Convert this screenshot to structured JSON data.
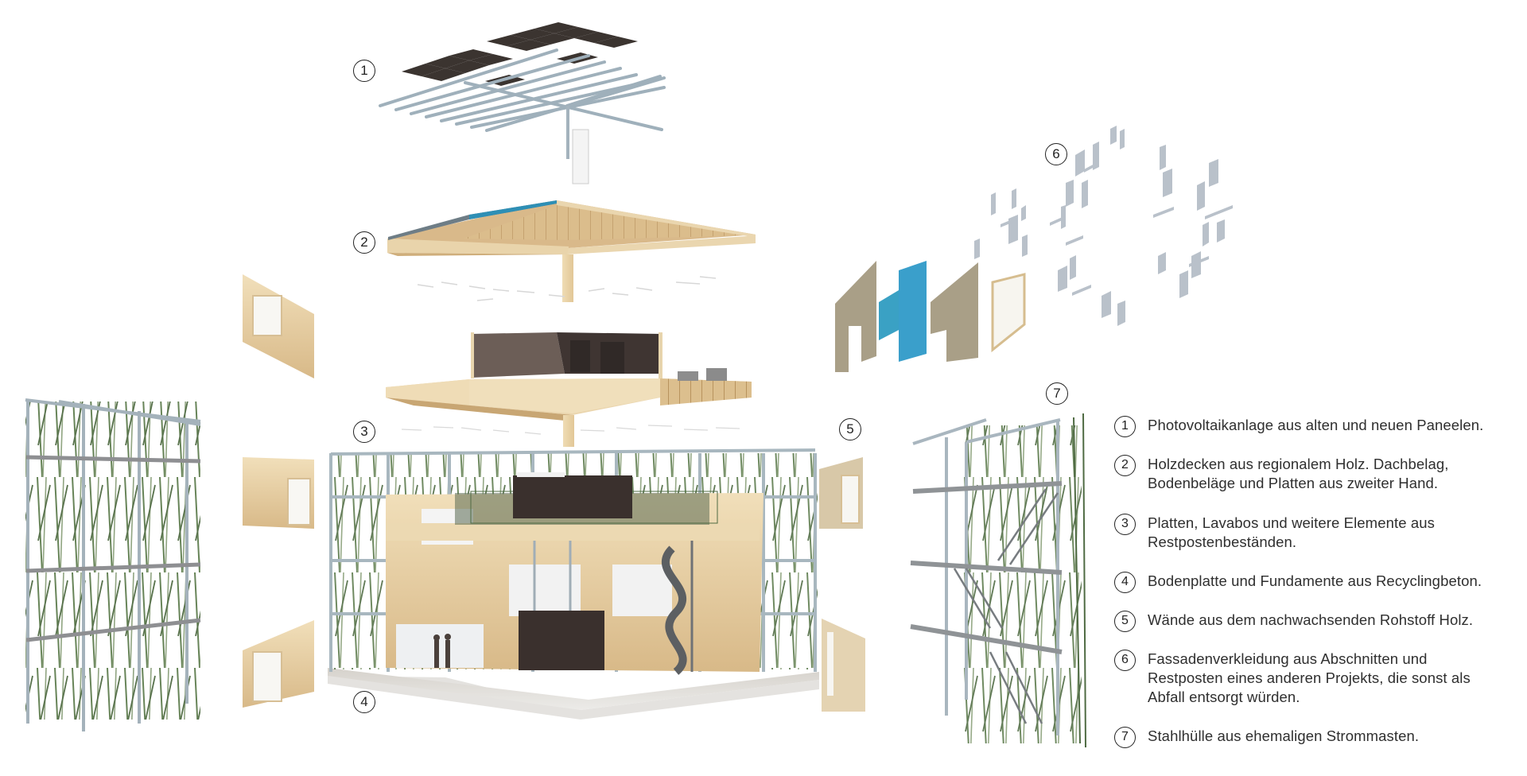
{
  "figure": {
    "type": "exploded axonometric building diagram",
    "palette": {
      "background": "#ffffff",
      "timber": "#e9d3a8",
      "timber_dark": "#c9a874",
      "steel": "#a9b6bf",
      "steel_dark": "#7d8a93",
      "vegetation": "#5d7a4e",
      "dark_box": "#3d3431",
      "pv_panel": "#3a3530",
      "cladding_grey": "#b9c1ca",
      "cladding_blue": "#3aa7c9",
      "cladding_taupe": "#a99f87",
      "concrete": "#d9d6d2"
    },
    "component_labels": [
      {
        "id": "1",
        "label": "1"
      },
      {
        "id": "2",
        "label": "2"
      },
      {
        "id": "3",
        "label": "3"
      },
      {
        "id": "4",
        "label": "4"
      },
      {
        "id": "5",
        "label": "5"
      },
      {
        "id": "6",
        "label": "6"
      },
      {
        "id": "7",
        "label": "7"
      }
    ]
  },
  "legend": {
    "items": [
      {
        "number": "1",
        "text": "Photovoltaikanlage aus alten und neuen Paneelen."
      },
      {
        "number": "2",
        "text": "Holzdecken aus regionalem Holz. Dachbelag,\nBodenbeläge und Platten aus zweiter Hand."
      },
      {
        "number": "3",
        "text": "Platten, Lavabos und weitere Elemente aus\nRestpostenbeständen."
      },
      {
        "number": "4",
        "text": "Bodenplatte und Fundamente aus Recyclingbeton."
      },
      {
        "number": "5",
        "text": "Wände aus dem nachwachsenden Rohstoff Holz."
      },
      {
        "number": "6",
        "text": "Fassadenverkleidung aus Abschnitten und\nRestposten eines anderen Projekts, die sonst als\nAbfall entsorgt würden."
      },
      {
        "number": "7",
        "text": "Stahlhülle aus ehemaligen Strommasten."
      }
    ]
  }
}
